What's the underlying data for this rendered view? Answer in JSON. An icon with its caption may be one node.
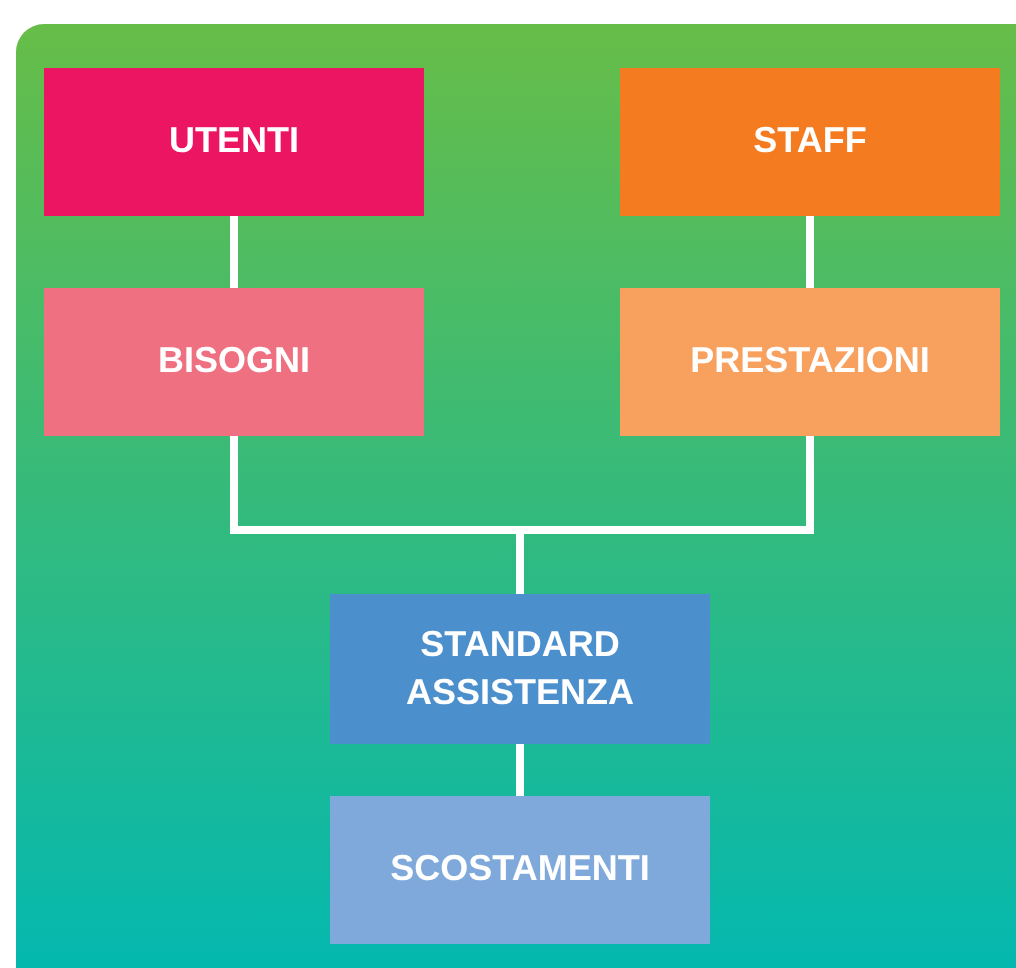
{
  "diagram": {
    "nodes": [
      {
        "text": [
          "UTENTI"
        ]
      },
      {
        "text": [
          "STAFF"
        ]
      },
      {
        "text": [
          "BISOGNI"
        ]
      },
      {
        "text": [
          "PRESTAZIONI"
        ]
      },
      {
        "text": [
          "STANDARD ASSISTENZA"
        ]
      },
      {
        "text": [
          "SCOSTAMENTI"
        ]
      }
    ],
    "edges": [
      {
        "from": 0,
        "to": 2,
        "arrow": "none"
      },
      {
        "from": 1,
        "to": 3,
        "arrow": "none"
      },
      {
        "from": 2,
        "to": 4,
        "arrow": "none"
      },
      {
        "from": 3,
        "to": 4,
        "arrow": "none"
      },
      {
        "from": 4,
        "to": 5,
        "arrow": "none"
      }
    ]
  }
}
